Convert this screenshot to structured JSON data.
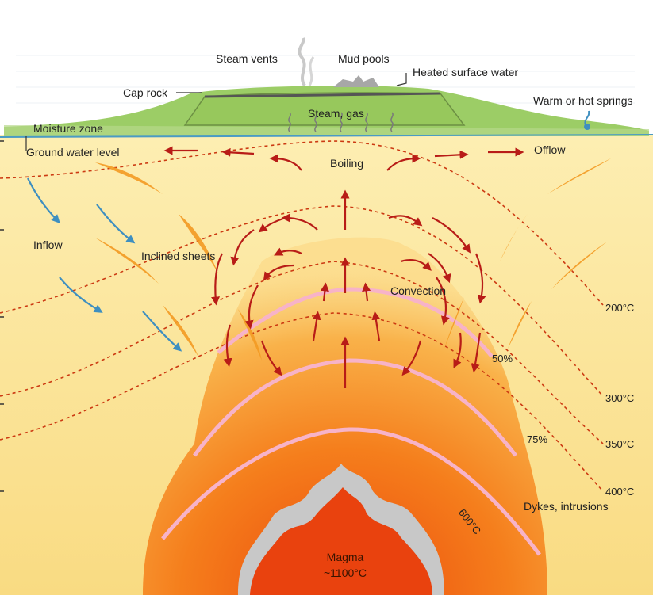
{
  "diagram": {
    "labels": {
      "steam_vents": "Steam vents",
      "mud_pools": "Mud pools",
      "heated_surface_water": "Heated surface water",
      "cap_rock": "Cap rock",
      "warm_or_hot_springs": "Warm or hot springs",
      "steam_gas": "Steam, gas",
      "moisture_zone": "Moisture zone",
      "ground_water_level": "Ground water level",
      "boiling": "Boiling",
      "offlow": "Offlow",
      "inflow": "Inflow",
      "inclined_sheets": "Inclined sheets",
      "convection": "Convection",
      "dykes_intrusions": "Dykes, intrusions",
      "magma": "Magma",
      "magma_temp": "~1100°C"
    },
    "isotherms": [
      "200°C",
      "300°C",
      "350°C",
      "400°C"
    ],
    "percent_labels": [
      "50%",
      "75%"
    ],
    "melt_isotherm": "600°C",
    "colors": {
      "ground": "#fbe39a",
      "surface": "#9ccd66",
      "water_table": "#4a9bc4",
      "flow_arrow": "#b81c17",
      "inflow_arrow": "#3e8fc0",
      "isotherm": "#cc3a12",
      "magma": "#e9420e",
      "pink_band": "#f7b3c8"
    }
  }
}
